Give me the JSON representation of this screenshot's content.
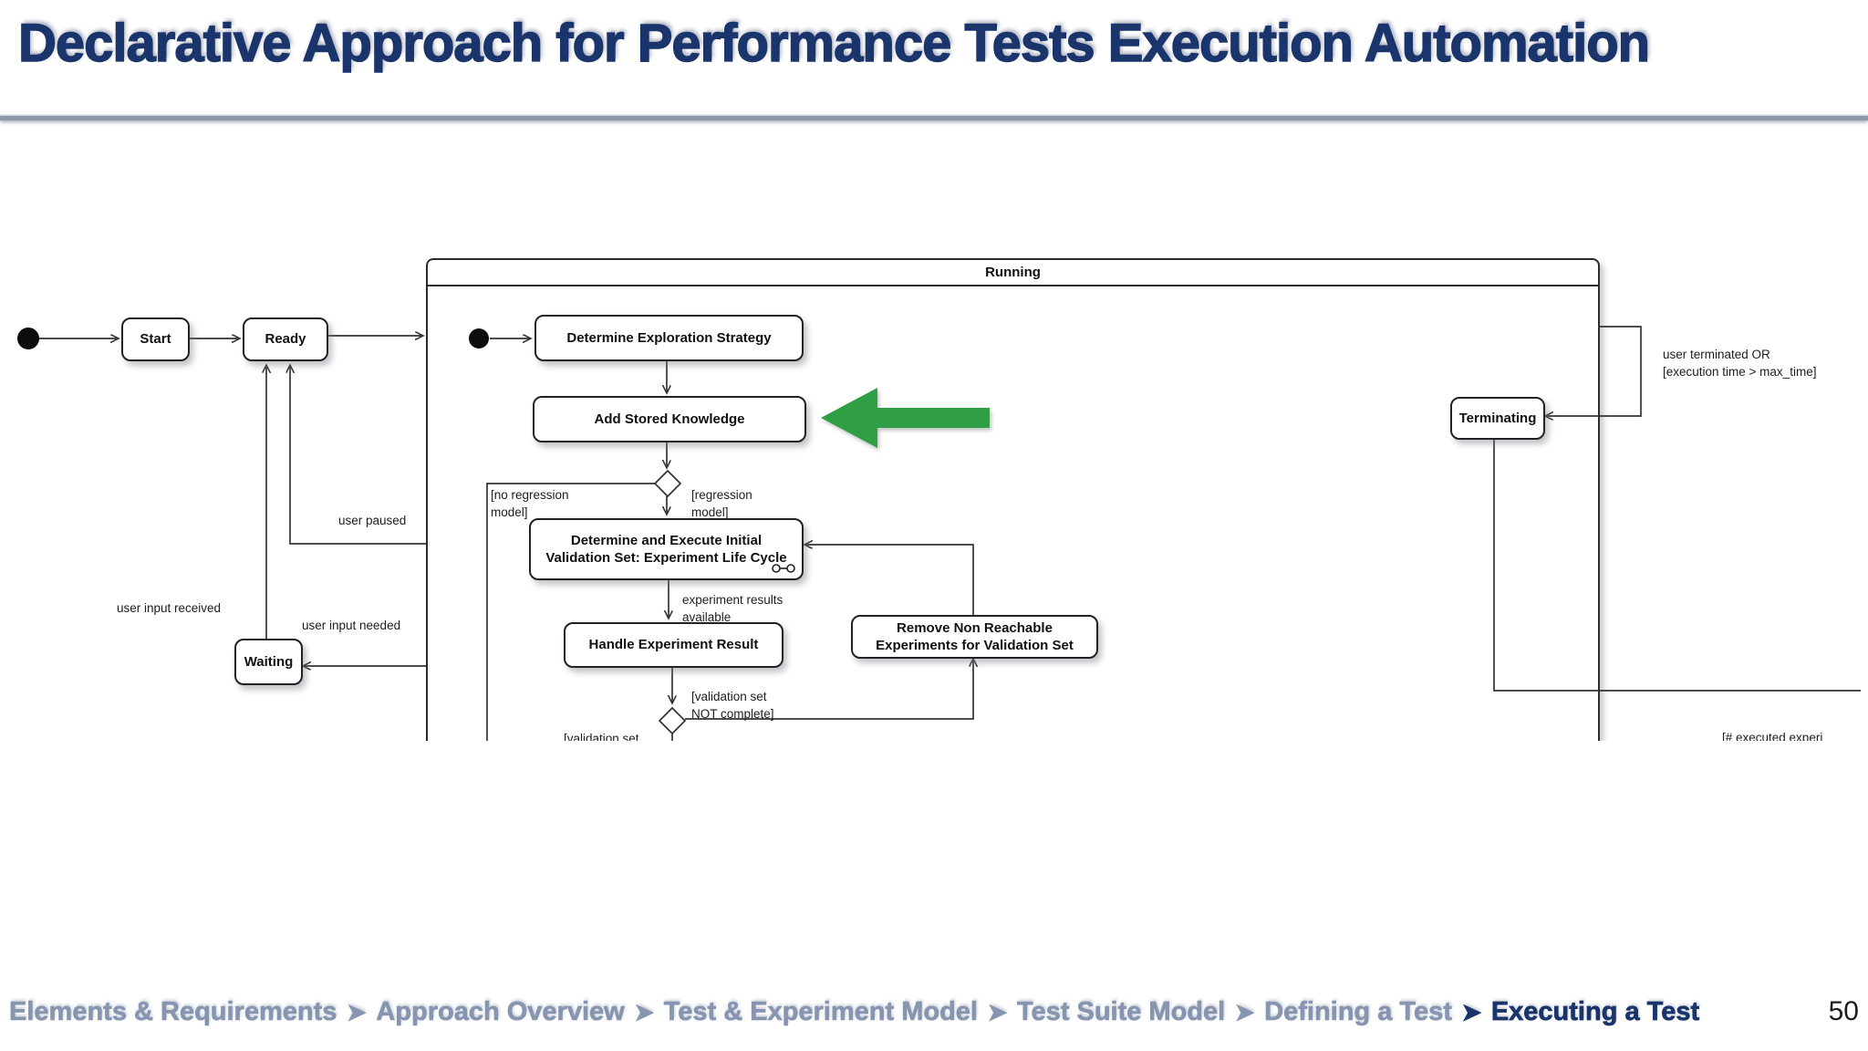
{
  "colors": {
    "accent_navy": "#1a356b",
    "breadcrumb_gray": "#8795b0",
    "highlight_arrow_green": "#2f9e44"
  },
  "header": {
    "title": "Declarative Approach for Performance Tests Execution Automation"
  },
  "diagram": {
    "running_label": "Running",
    "states": {
      "start": "Start",
      "ready": "Ready",
      "waiting": "Waiting",
      "terminating": "Terminating"
    },
    "actions": {
      "determine_exploration": "Determine Exploration Strategy",
      "add_stored_knowledge": "Add Stored Knowledge",
      "determine_execute_initial": "Determine and Execute Initial\nValidation Set: Experiment Life Cycle",
      "handle_experiment_result": "Handle Experiment Result",
      "remove_non_reachable": "Remove Non Reachable\nExperiments for Validation Set"
    },
    "labels": {
      "no_regression_model": "[no regression\nmodel]",
      "regression_model": "[regression\nmodel]",
      "experiment_results_available": "experiment results\navailable",
      "validation_set_not_complete": "[validation set\nNOT complete]",
      "user_paused": "user paused",
      "user_input_received": "user input received",
      "user_input_needed": "user input needed",
      "user_terminated": "user terminated OR\n[execution time > max_time]",
      "validation_set_partial": "[validation set",
      "executed_experiments_partial": "[# executed experi"
    }
  },
  "footer": {
    "separator": "➤",
    "items": [
      "Elements & Requirements",
      "Approach Overview",
      "Test & Experiment Model",
      "Test Suite Model",
      "Defining a Test",
      "Executing a Test"
    ],
    "page_number": "50"
  }
}
